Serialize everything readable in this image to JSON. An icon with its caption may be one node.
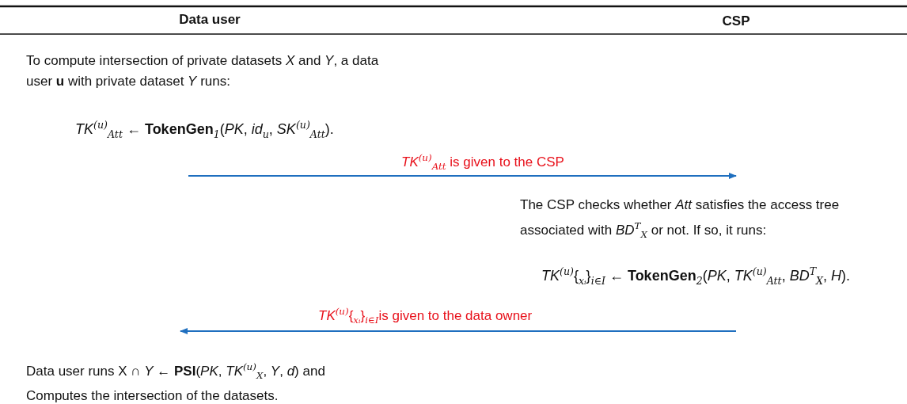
{
  "diagram": {
    "nodes": [
      {
        "text": [
          "*TK*$^{(u)}$$_{Att}$ ← **TokenGen**$_{1}$(*PK*, *id*$_{u}$, *SK*$^{(u)}$$_{Att}$)."
        ]
      },
      {
        "text": [
          "The CSP checks whether *Att* satisfies the access tree associated with *BD*$^{T}$$_{X}$ or not. If so, it runs:"
        ]
      },
      {
        "text": [
          "*TK*$^{(u)}${$_{xᵢ}$}$_{i∈I}$ ← **TokenGen**$_{2}$(*PK*, *TK*$^{(u)}$$_{Att}$, *BD*$^{T}$$_{X}$, *H*)."
        ]
      },
      {
        "text": [
          "Data user runs  X ∩ *Y* ← **PSI**(*PK*, *TK*$^{(u)}$$_{X}$, *Y*, *d*) and Computes the intersection of the datasets."
        ]
      }
    ],
    "edges": [
      {
        "from": 0,
        "to": 1,
        "arrow": "to",
        "label": "*TK*$^{(u)}$$_{Att}$ is given to the CSP",
        "color": "#1f6fbf"
      },
      {
        "from": 2,
        "to": 3,
        "arrow": "to",
        "label": "*TK*$^{(u)}${$_{xᵢ}$}$_{i∈I}$is given to the data owner",
        "color": "#1f6fbf"
      }
    ],
    "labels": [
      "Data user",
      "CSP",
      "To compute intersection of private datasets *X* and *Y*,  a data user **u** with private dataset *Y* runs:"
    ]
  }
}
